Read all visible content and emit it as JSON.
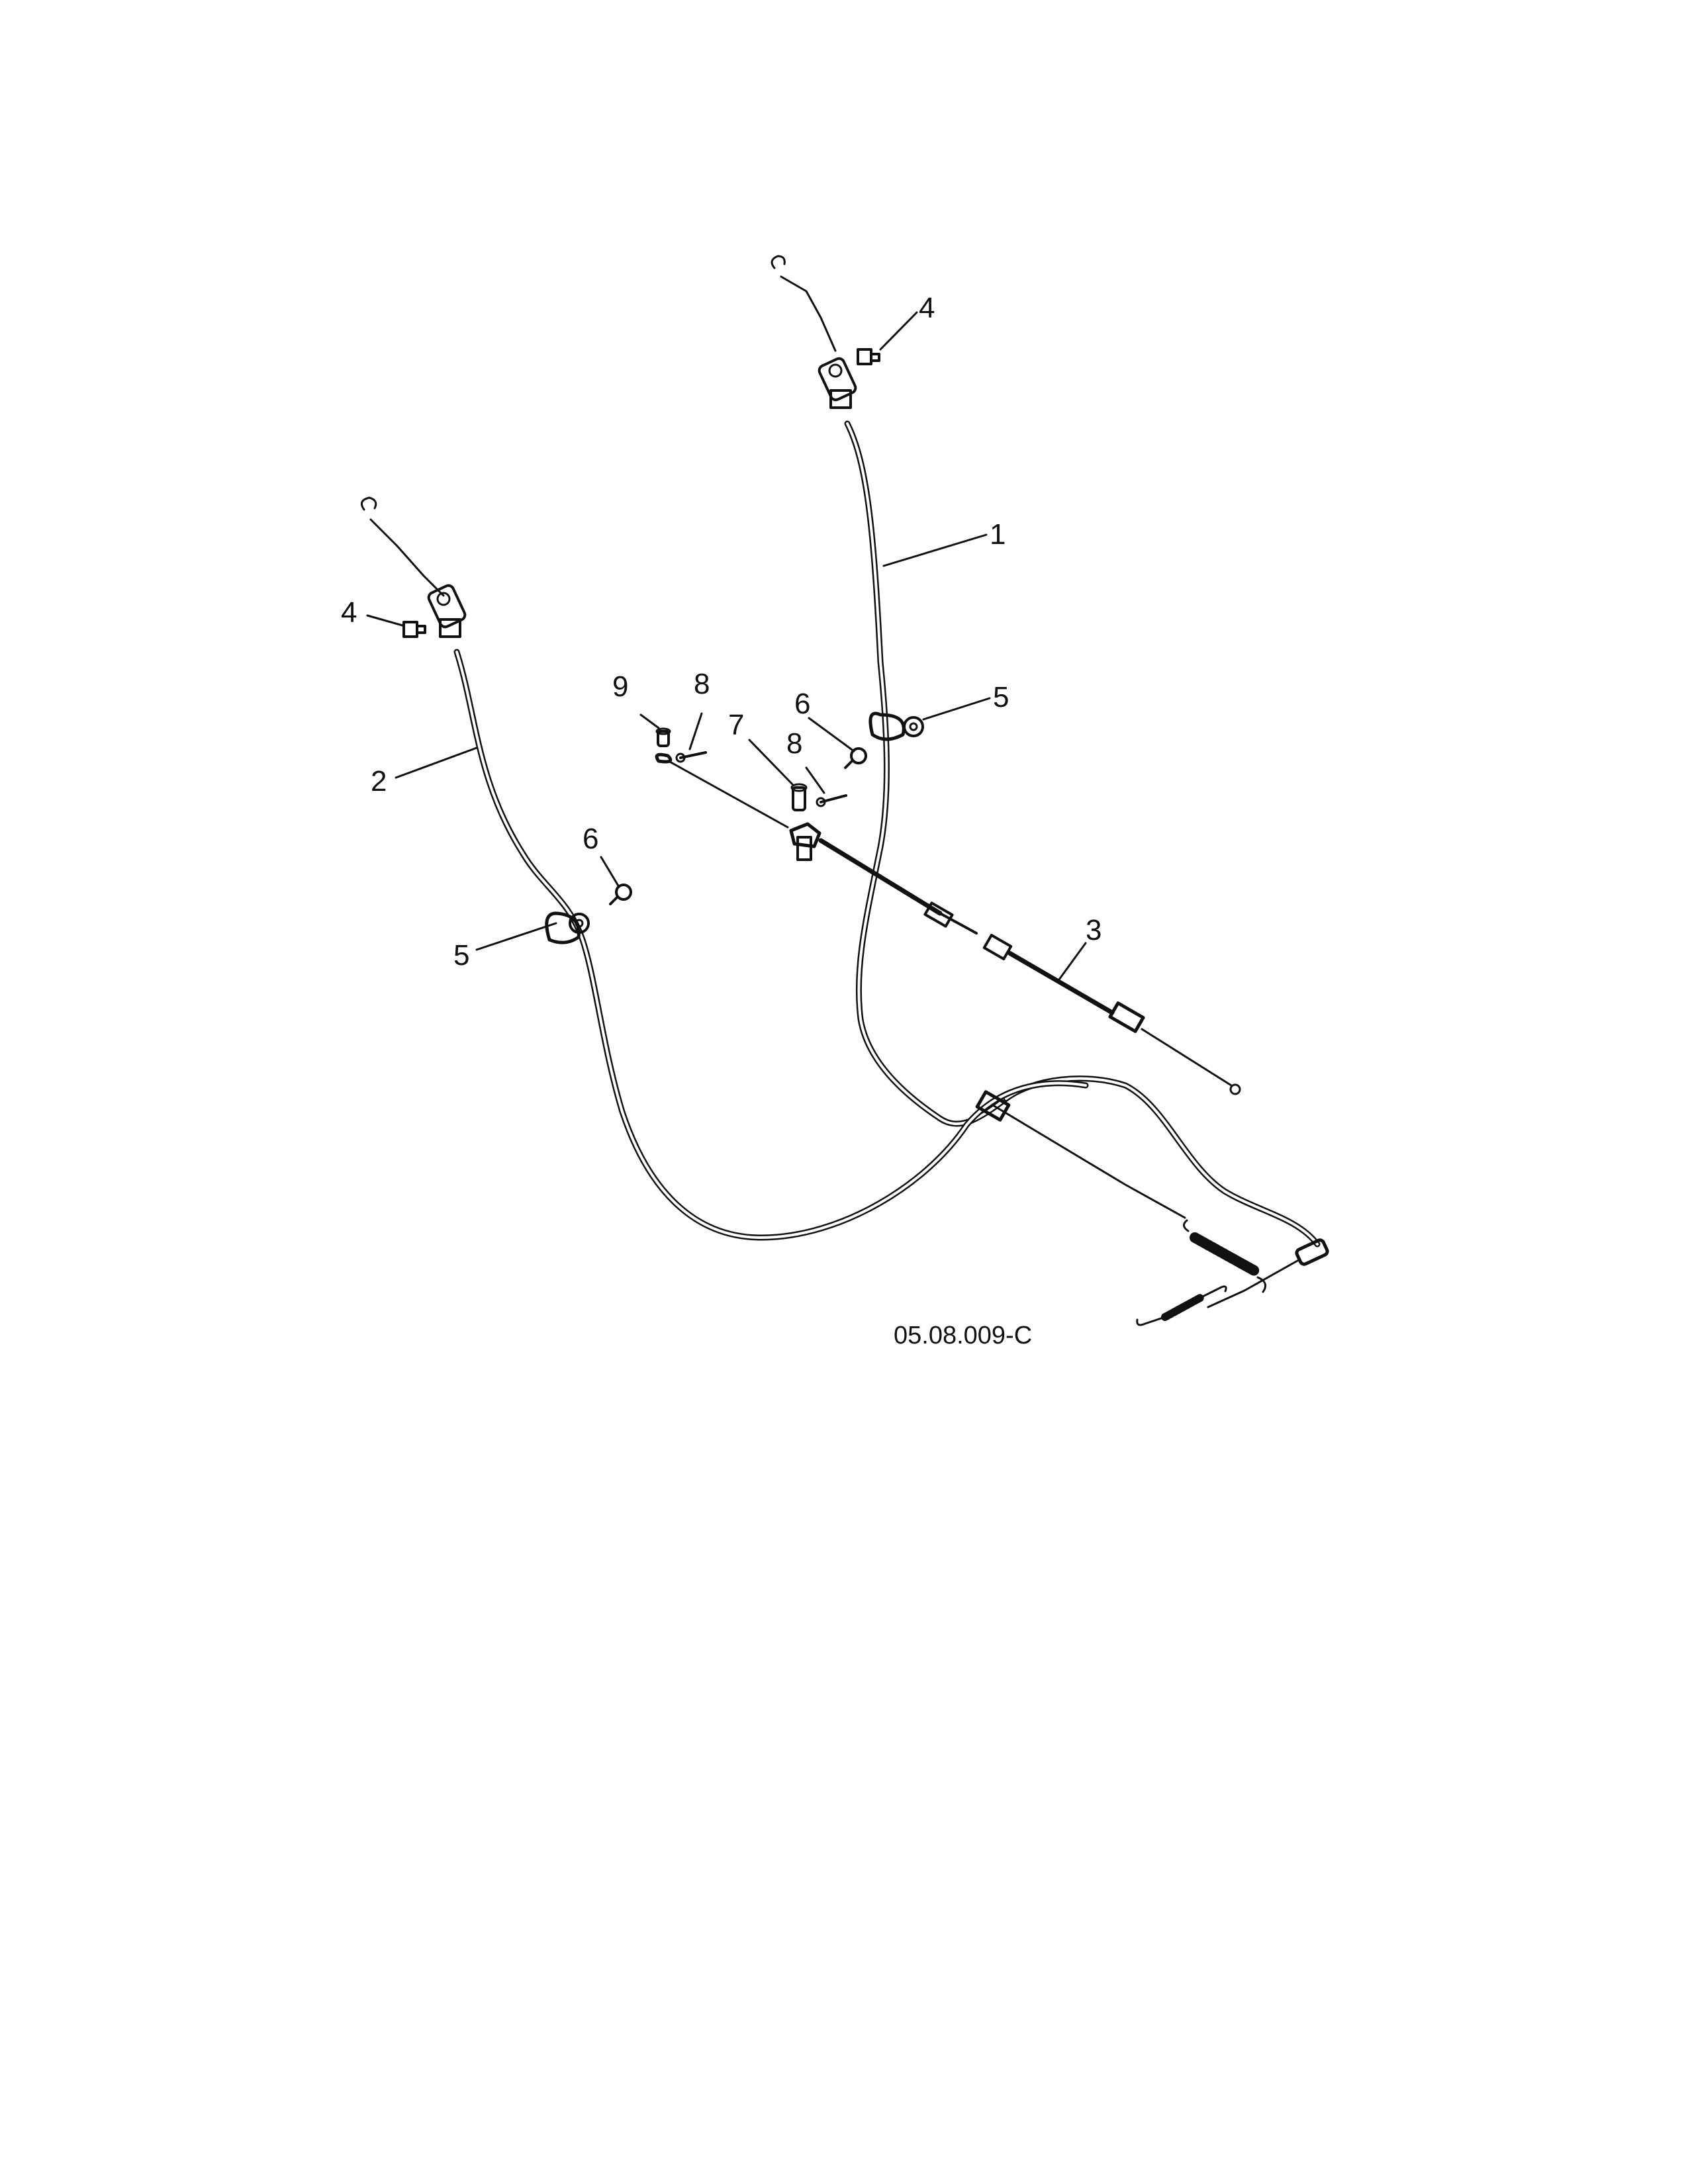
{
  "diagram": {
    "drawing_code": "05.08.009-C",
    "callouts": [
      {
        "id": "c1",
        "label": "1"
      },
      {
        "id": "c2",
        "label": "2"
      },
      {
        "id": "c3",
        "label": "3"
      },
      {
        "id": "c4a",
        "label": "4"
      },
      {
        "id": "c4b",
        "label": "4"
      },
      {
        "id": "c5a",
        "label": "5"
      },
      {
        "id": "c5b",
        "label": "5"
      },
      {
        "id": "c6a",
        "label": "6"
      },
      {
        "id": "c6b",
        "label": "6"
      },
      {
        "id": "c7",
        "label": "7"
      },
      {
        "id": "c8a",
        "label": "8"
      },
      {
        "id": "c8b",
        "label": "8"
      },
      {
        "id": "c9",
        "label": "9"
      }
    ]
  }
}
